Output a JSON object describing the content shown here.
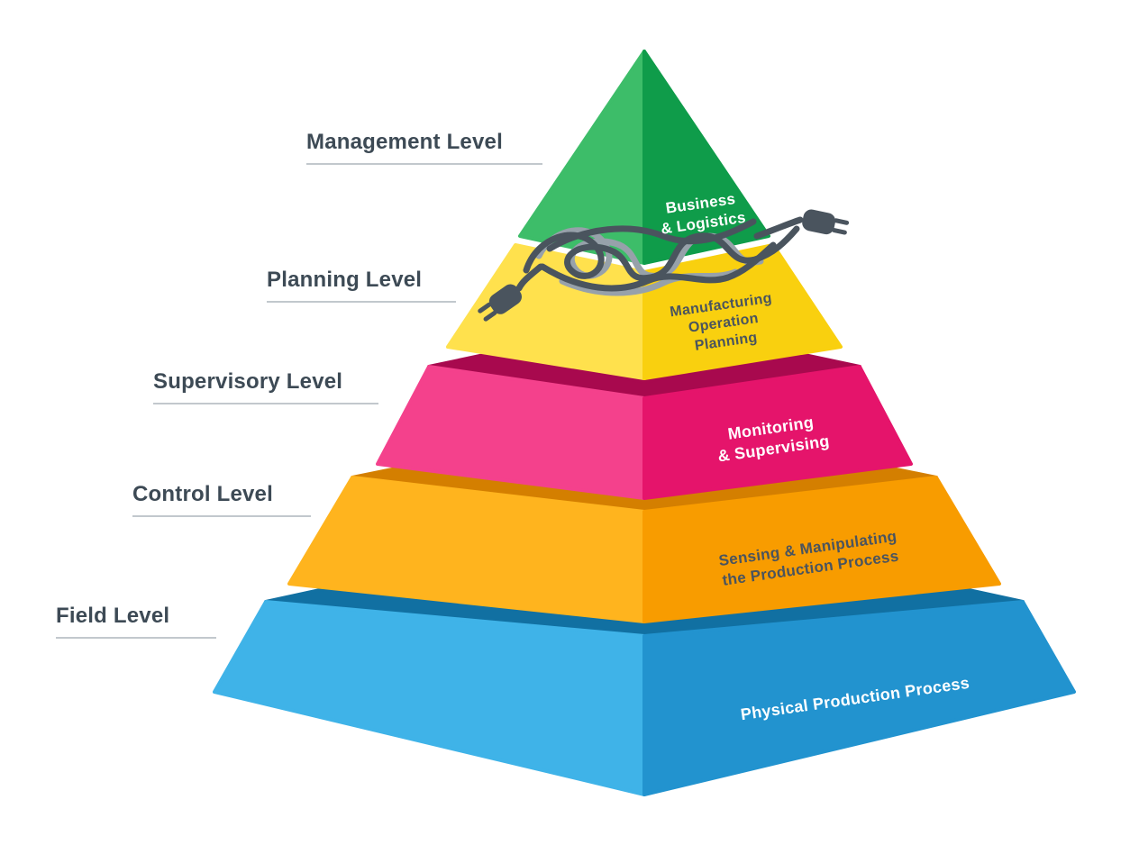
{
  "label_color": "#3d4a55",
  "underline_color": "#c2c8cd",
  "cable_color": "#4a545e",
  "cable_highlight_color": "#97a1aa",
  "levels": [
    {
      "label": "Management Level",
      "lines": [
        "Business",
        "& Logistics"
      ],
      "text_color": "#ffffff",
      "colors": {
        "left": "#3dbd69",
        "right": "#0f9c4a"
      }
    },
    {
      "label": "Planning Level",
      "lines": [
        "Manufacturing",
        "Operation",
        "Planning"
      ],
      "text_color": "#4a545e",
      "colors": {
        "left": "#ffe14d",
        "right": "#f9d00f"
      }
    },
    {
      "label": "Supervisory Level",
      "lines": [
        "Monitoring",
        "& Supervising"
      ],
      "text_color": "#ffffff",
      "colors": {
        "left": "#f4418c",
        "right": "#e5146b",
        "rim": "#a8094e"
      }
    },
    {
      "label": "Control Level",
      "lines": [
        "Sensing & Manipulating",
        "the Production Process"
      ],
      "text_color": "#4a545e",
      "colors": {
        "left": "#ffb41e",
        "right": "#f89c00",
        "rim": "#d47f00"
      }
    },
    {
      "label": "Field Level",
      "lines": [
        "Physical Production Process"
      ],
      "text_color": "#ffffff",
      "colors": {
        "left": "#3fb3e8",
        "right": "#2293cf",
        "rim": "#1170a2"
      }
    }
  ]
}
